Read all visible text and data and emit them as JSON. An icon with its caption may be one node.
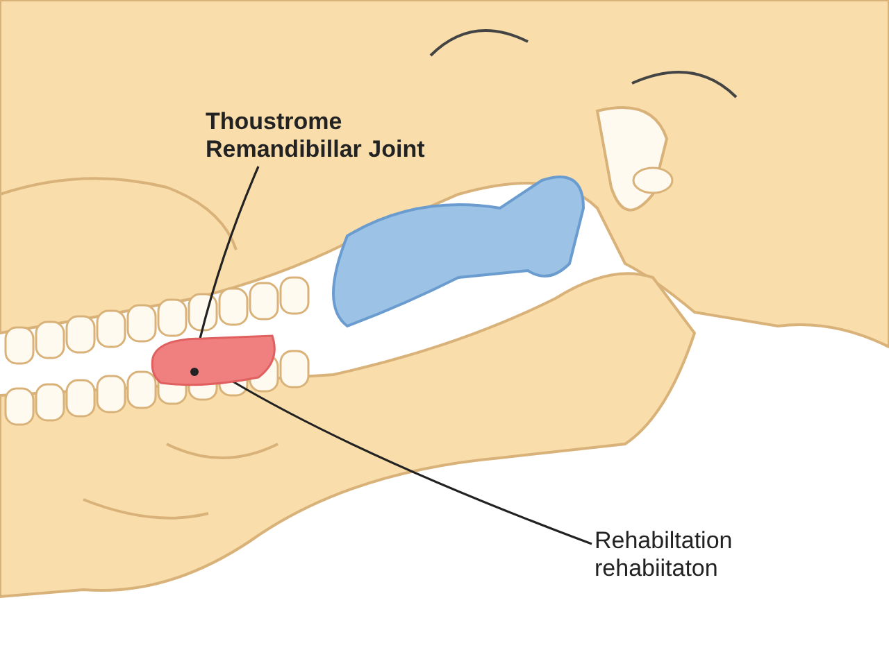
{
  "diagram": {
    "nodes": [
      {
        "text": [
          "Thoustrome Remandibillar Joint"
        ]
      },
      {
        "text": [],
        "shape": "picture"
      },
      {
        "text": [
          "Rehabiltation rehabiitaton"
        ]
      }
    ],
    "edges": [
      {
        "from": 0,
        "to": 1,
        "arrow": "none"
      },
      {
        "from": 2,
        "to": 1,
        "arrow": "none"
      }
    ]
  }
}
